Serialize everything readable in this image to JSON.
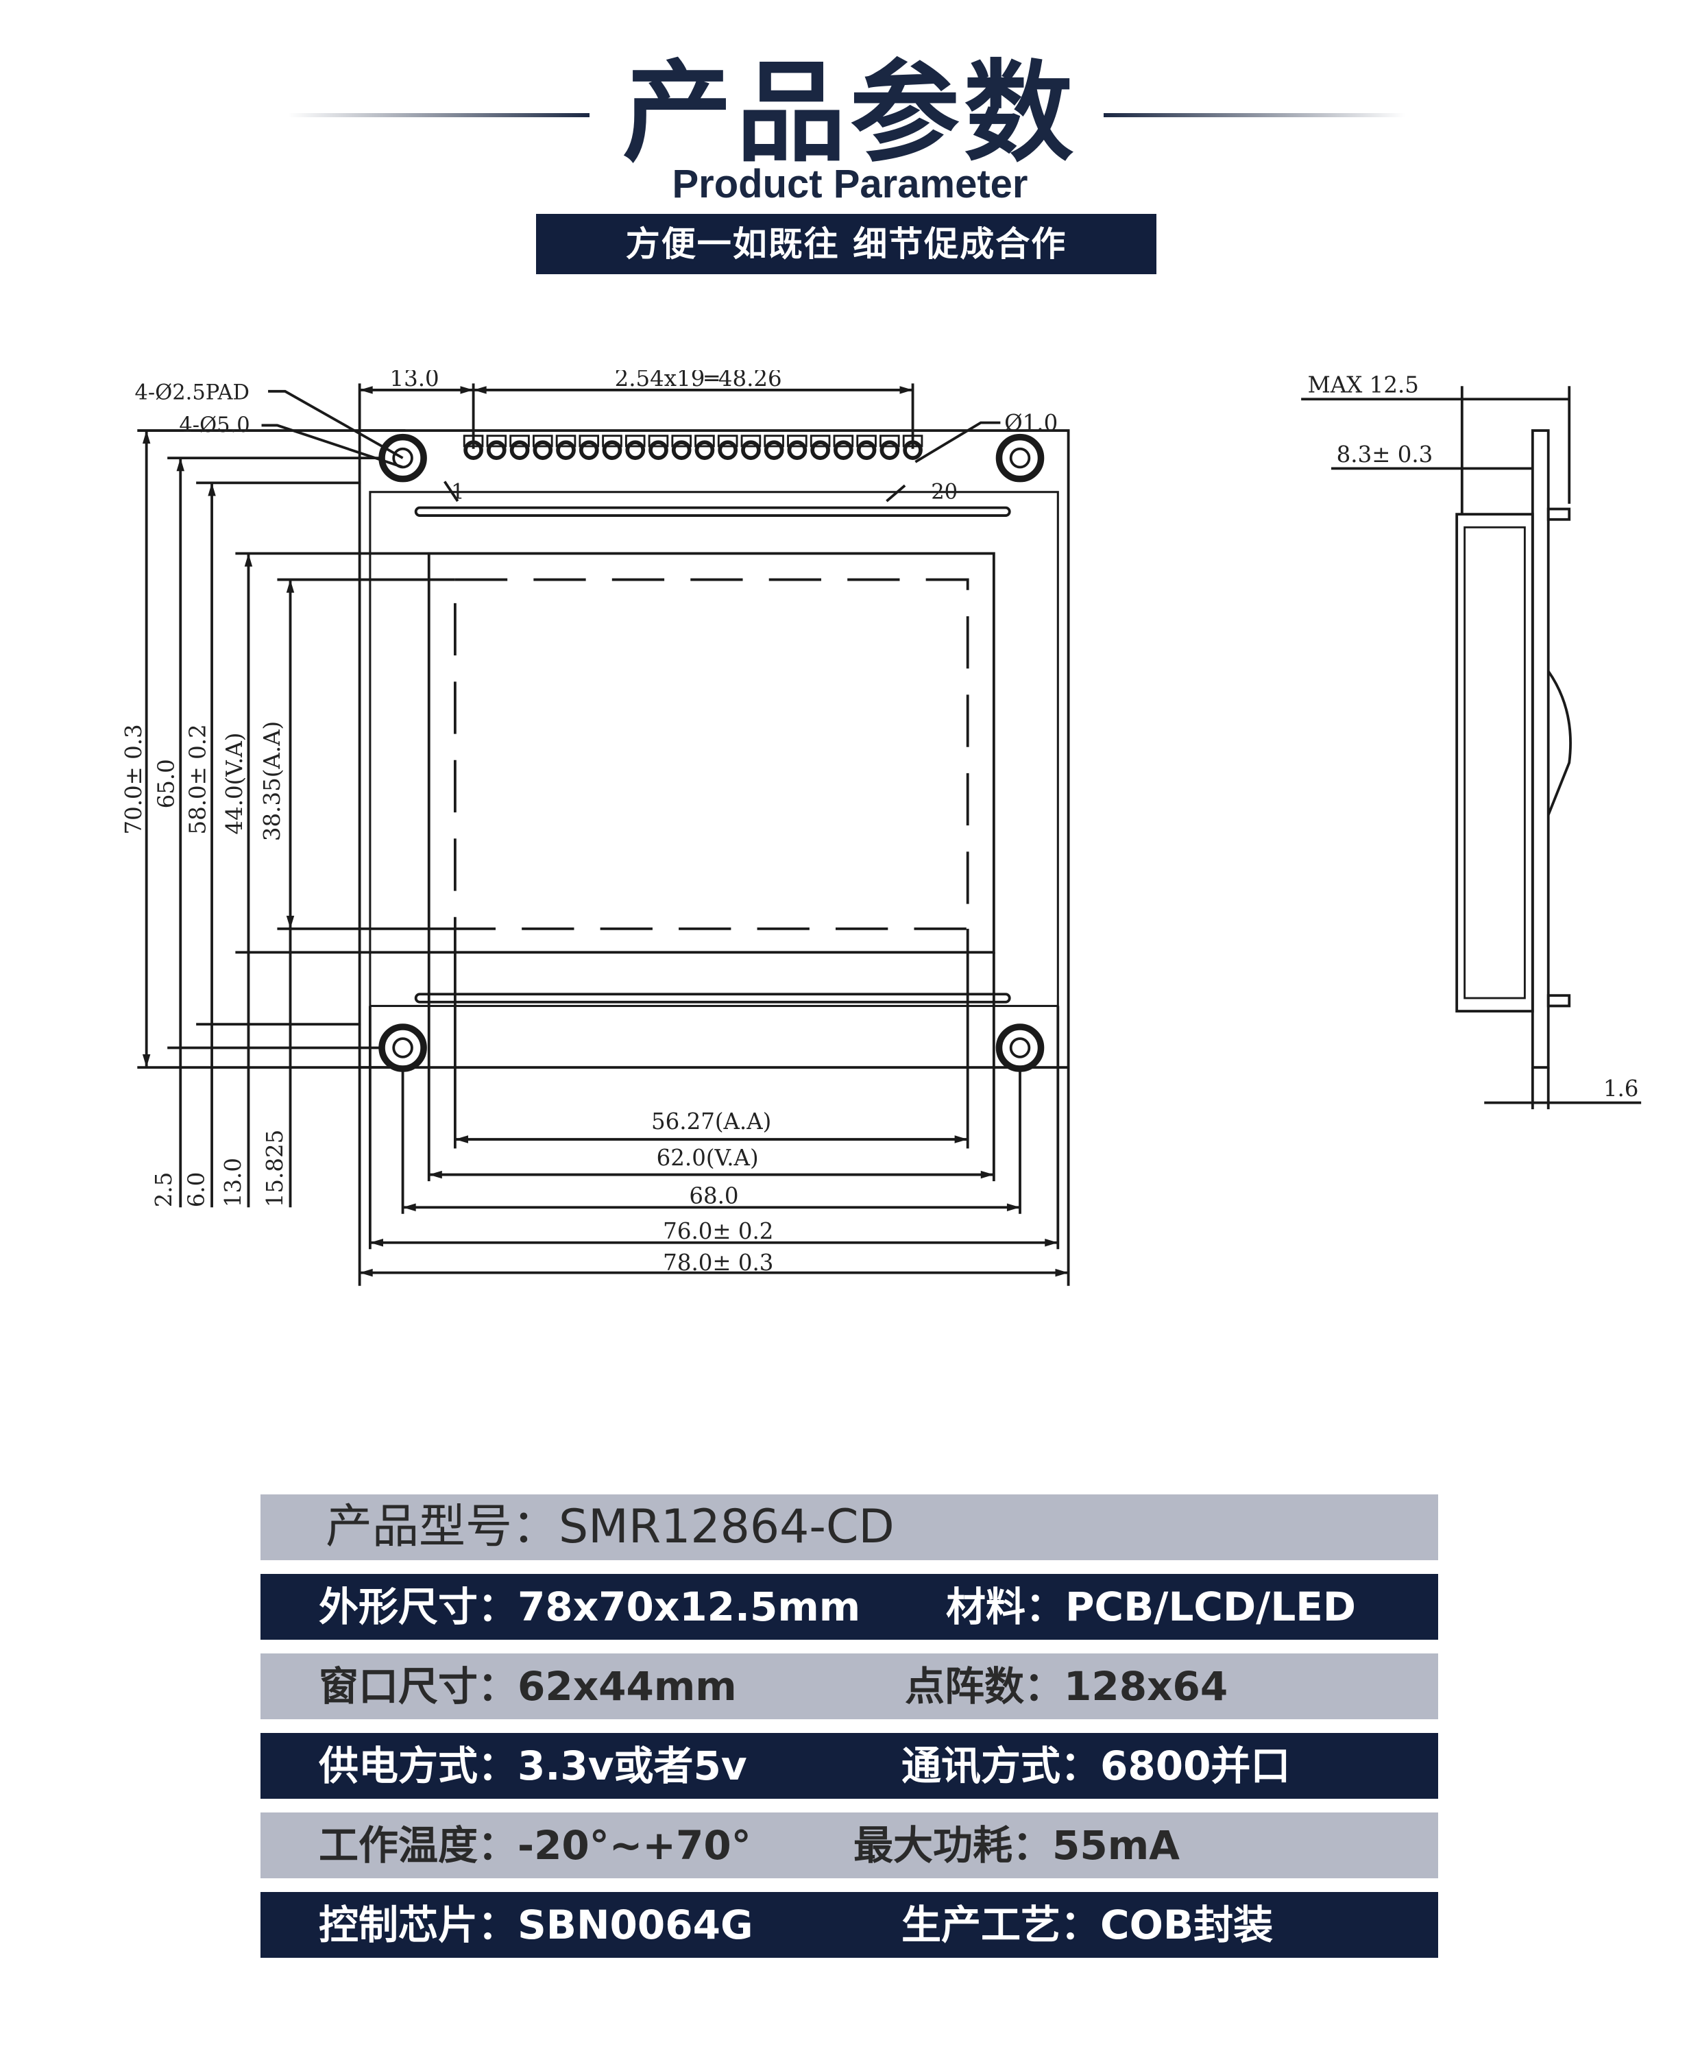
{
  "header": {
    "title_cn": "产品参数",
    "title_en": "Product Parameter",
    "slogan": "方便一如既往  细节促成合作",
    "color_navy": "#121f3d"
  },
  "drawing": {
    "front_view": {
      "pads_label": "4-Ø2.5PAD",
      "holes_label": "4-Ø5.0",
      "pin_hole_label": "Ø1.0",
      "left_offset_label": "13.0",
      "pin_span_label": "2.54x19═48.26",
      "pin_first": "1",
      "pin_last": "20",
      "vertical_dims": [
        "70.0± 0.3",
        "65.0",
        "58.0± 0.2",
        "44.0(V.A)",
        "38.35(A.A)"
      ],
      "bottom_offsets": [
        "2.5",
        "6.0",
        "13.0",
        "15.825"
      ],
      "horizontal_dims": [
        "56.27(A.A)",
        "62.0(V.A)",
        "68.0",
        "76.0± 0.2",
        "78.0± 0.3"
      ]
    },
    "side_view": {
      "max_height": "MAX 12.5",
      "pcb_offset": "8.3± 0.3",
      "thickness": "1.6"
    }
  },
  "specs": {
    "model": "产品型号：SMR12864-CD",
    "rows": [
      {
        "left": "外形尺寸：78x70x12.5mm",
        "right": "材料：PCB/LCD/LED"
      },
      {
        "left": "窗口尺寸：62x44mm",
        "right": "点阵数：128x64"
      },
      {
        "left": "供电方式：3.3v或者5v",
        "right": "通讯方式：6800并口"
      },
      {
        "left": "工作温度：-20°~+70°",
        "right": "最大功耗：55mA"
      },
      {
        "left": "控制芯片：SBN0064G",
        "right": "生产工艺：COB封装"
      }
    ]
  }
}
